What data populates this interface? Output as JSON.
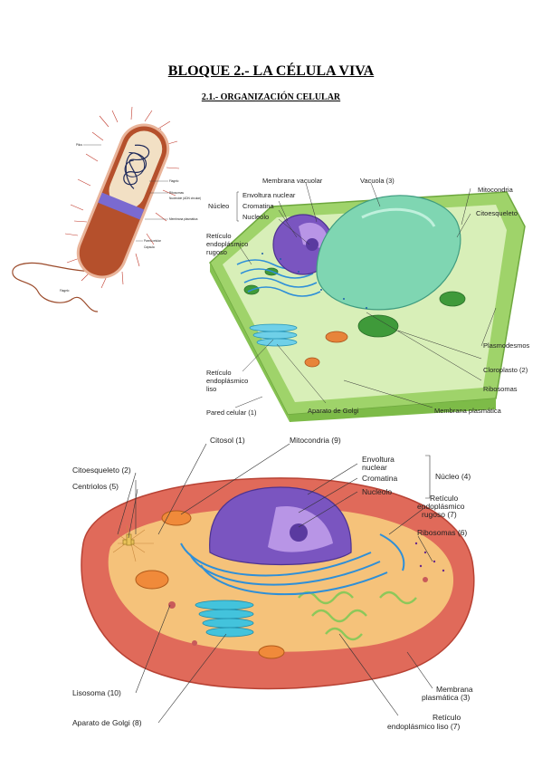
{
  "document": {
    "title": "BLOQUE 2.- LA CÉLULA VIVA",
    "subtitle": "2.1.- ORGANIZACIÓN CELULAR"
  },
  "colors": {
    "bacteria_body": "#b5502c",
    "bacteria_band": "#7a6ad0",
    "plant_wall": "#9fd36a",
    "plant_vacuole": "#7fd6b2",
    "nucleus": "#7a55c0",
    "animal_membrane": "#e06a5a",
    "animal_cytoplasm": "#f5c27a",
    "mitochondria": "#f08a3a",
    "er_blue": "#2e8fd8",
    "golgi_cyan": "#43c3dc",
    "smooth_er_green": "#8cc85a"
  },
  "bacteria": {
    "labels": {
      "pilus": "Pilus",
      "flagellum_small": "Flagelo",
      "ribosome_small": "Ribosomas",
      "nucleoid_small": "Nucleoide (ADN circular)",
      "capsule_small": "Membrana plasmática",
      "wall_small": "Pared celular",
      "capsule2_small": "Cápsula",
      "flagellum_tail": "Flagelo"
    }
  },
  "plant_cell": {
    "labels": {
      "membrana_vacuolar": "Membrana vacuolar",
      "vacuola": "Vacuola (3)",
      "mitocondria": "Mitocondria",
      "nucleo": "Núcleo",
      "envoltura_nuclear": "Envoltura nuclear",
      "cromatina": "Cromatina",
      "nucleolo": "Nucleolo",
      "citoesqueleto": "Citoesqueleto",
      "reticulo_rugoso_1": "Retículo",
      "reticulo_rugoso_2": "endoplásmico",
      "reticulo_rugoso_3": "rugoso",
      "plasmodesmos": "Plasmodesmos",
      "cloroplasto": "Cloroplasto (2)",
      "reticulo_liso_1": "Retículo",
      "reticulo_liso_2": "endoplásmico",
      "reticulo_liso_3": "liso",
      "ribosomas": "Ribosomas",
      "pared_celular": "Pared celular (1)",
      "aparato_golgi": "Aparato de Golgi",
      "membrana_plasmatica": "Membrana plasmática"
    }
  },
  "animal_cell": {
    "labels": {
      "citosol": "Citosol (1)",
      "mitocondria": "Mitocondria (9)",
      "envoltura_1": "Envoltura",
      "envoltura_2": "nuclear",
      "cromatina": "Cromatina",
      "nucleolo": "Nucleolo",
      "nucleo": "Núcleo (4)",
      "citoesqueleto": "Citoesqueleto (2)",
      "centriolos": "Centriolos (5)",
      "rer_1": "Retículo",
      "rer_2": "endoplásmico",
      "rer_3": "rugoso (7)",
      "ribosomas": "Ribosomas (6)",
      "lisosoma": "Lisosoma (10)",
      "aparato_golgi": "Aparato de Golgi (8)",
      "membrana_1": "Membrana",
      "membrana_2": "plasmática (3)",
      "rel_1": "Retículo",
      "rel_2": "endoplásmico liso (7)"
    }
  }
}
